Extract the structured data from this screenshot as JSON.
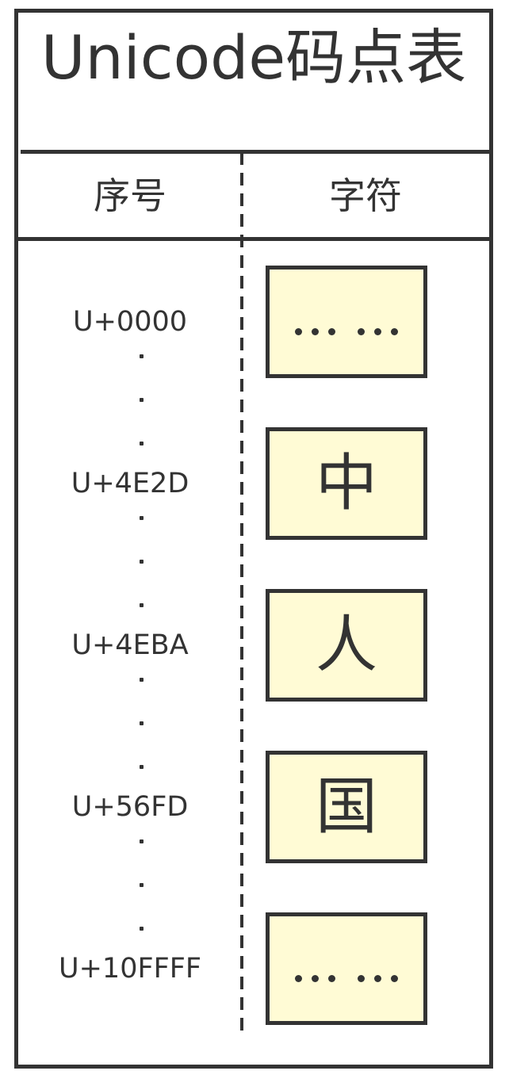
{
  "title": "Unicode码点表",
  "table": {
    "columns": [
      {
        "key": "index",
        "label": "序号"
      },
      {
        "key": "char",
        "label": "字符"
      }
    ],
    "rows": [
      {
        "code": "U+0000",
        "char": "",
        "char_kind": "ellipsis-dots"
      },
      {
        "code": "U+4E2D",
        "char": "中",
        "char_kind": "glyph"
      },
      {
        "code": "U+4EBA",
        "char": "人",
        "char_kind": "glyph"
      },
      {
        "code": "U+56FD",
        "char": "国",
        "char_kind": "glyph"
      },
      {
        "code": "U+10FFFF",
        "char": "",
        "char_kind": "ellipsis-dots"
      }
    ],
    "row_separator": "vertical-ellipsis-dots"
  },
  "colors": {
    "stroke": "#333333",
    "glyph_box_fill": "#fffbd5",
    "page_background": "#ffffff"
  }
}
